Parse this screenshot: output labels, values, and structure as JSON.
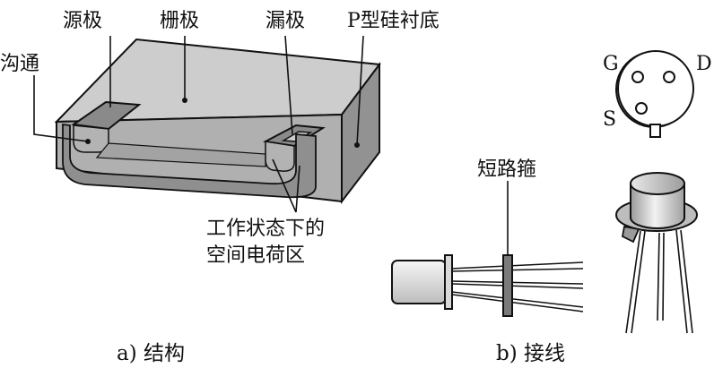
{
  "structure": {
    "labels": {
      "source": "源极",
      "gate": "栅极",
      "drain": "漏极",
      "substrate": "P型硅衬底",
      "channel": "沟通",
      "charge_line1": "工作状态下的",
      "charge_line2": "空间电荷区"
    },
    "caption": "a) 结构"
  },
  "wiring": {
    "pins": {
      "g": "G",
      "d": "D",
      "s": "S"
    },
    "short_label": "短路箍",
    "caption": "b) 接线"
  },
  "colors": {
    "stroke": "#111111",
    "block_top": "#c9c9c9",
    "block_front": "#a8a8a8",
    "block_side": "#8e8e8e",
    "electrode": "#8a8a8a"
  }
}
